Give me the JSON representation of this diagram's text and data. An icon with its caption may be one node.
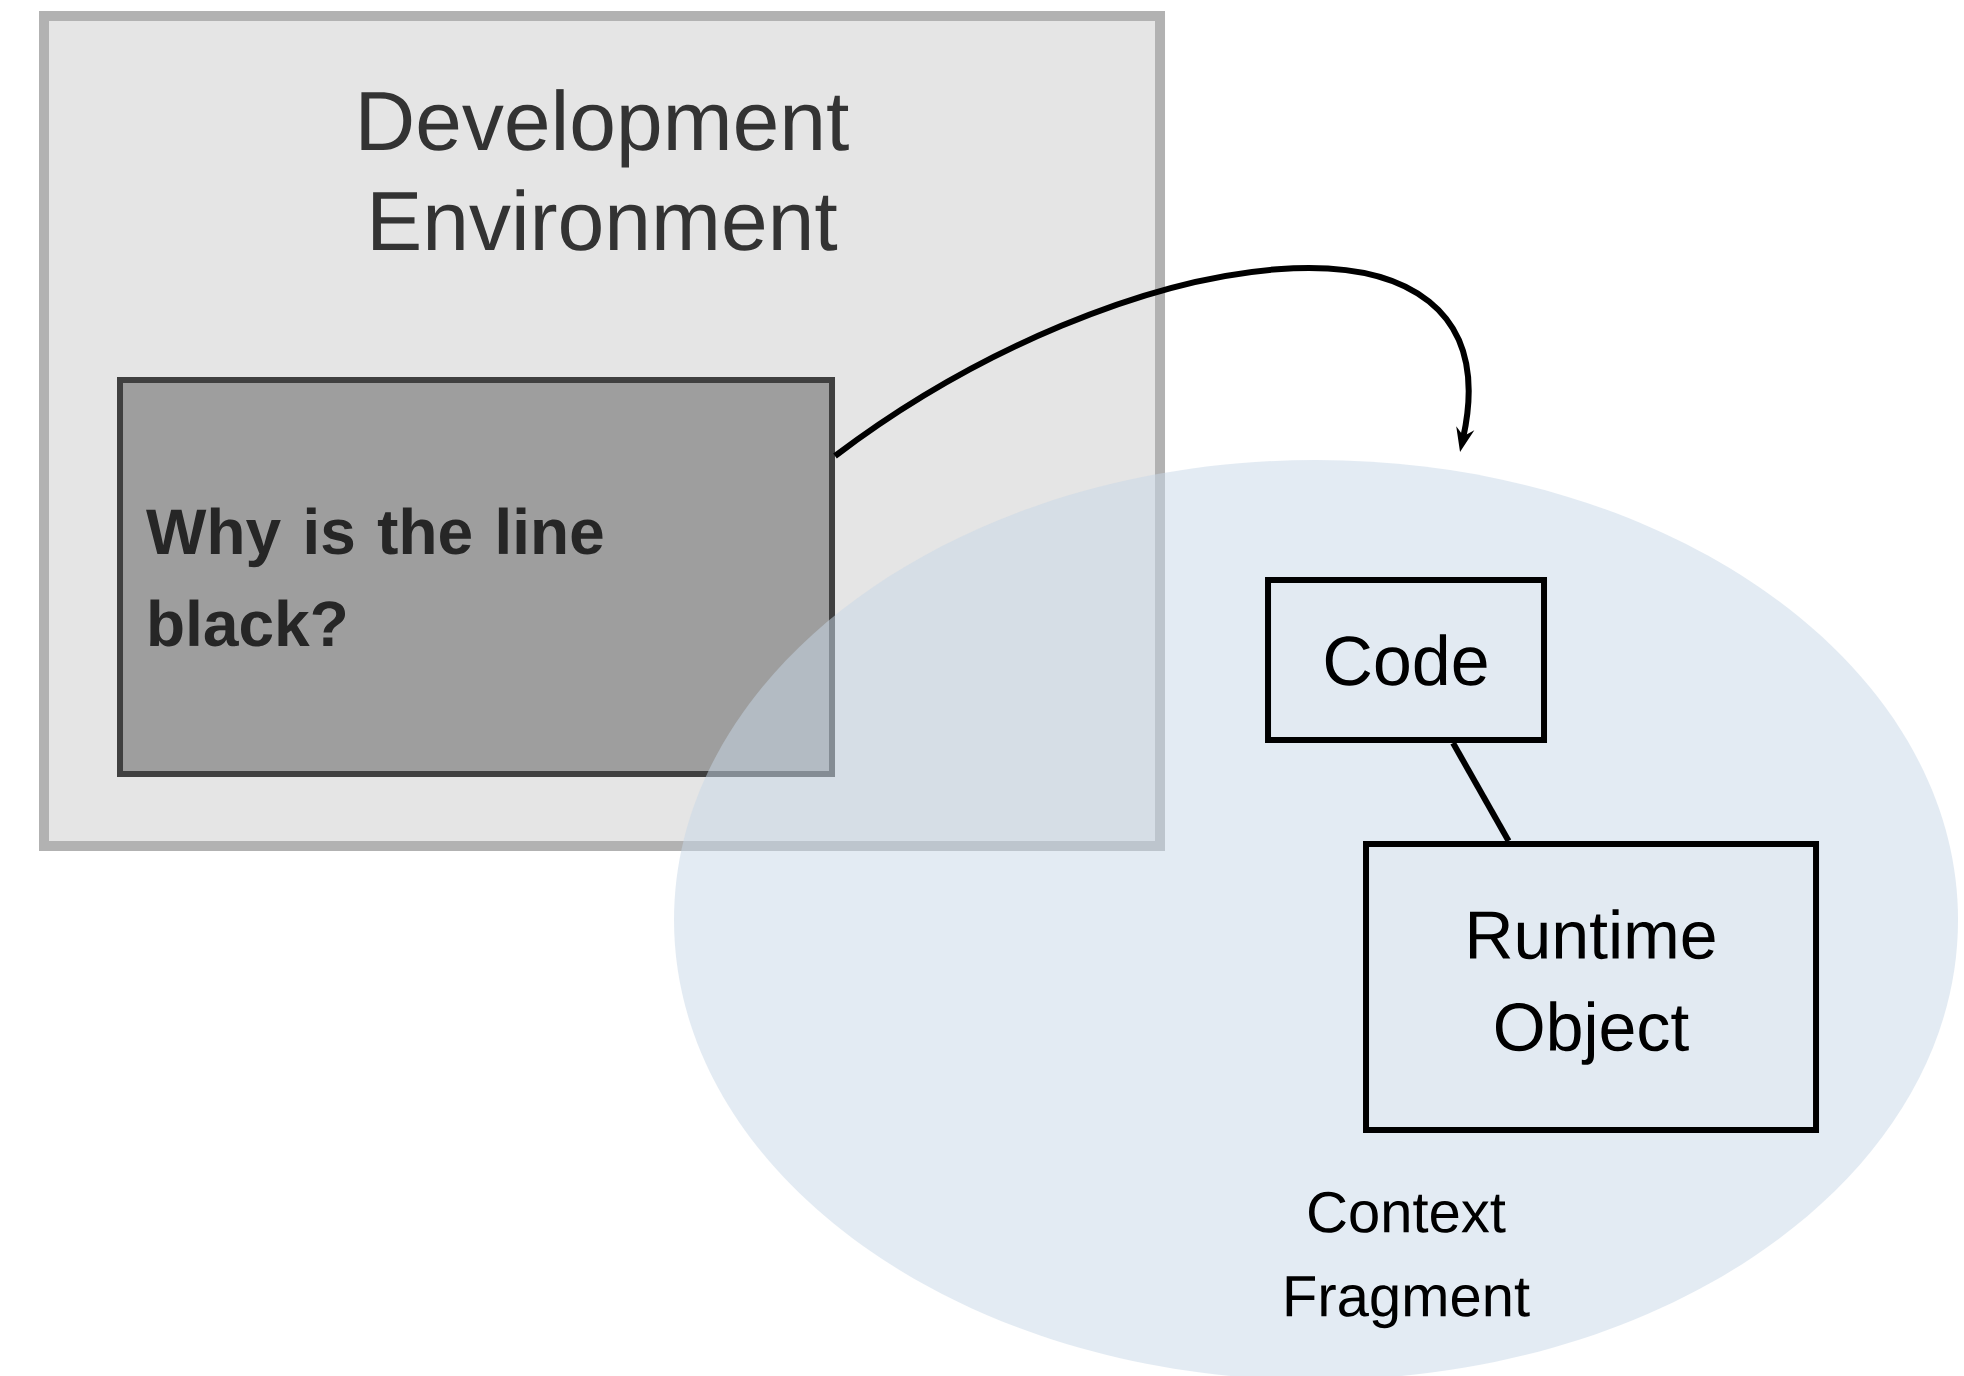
{
  "diagram": {
    "nodes": [
      {
        "text": [
          "Development Environment"
        ]
      },
      {
        "text": [
          "Why is the line black?"
        ],
        "in": 0
      },
      {
        "text": [
          "Context Fragment"
        ]
      },
      {
        "text": [
          "Code"
        ],
        "in": 2
      },
      {
        "text": [
          "Runtime Object"
        ],
        "in": 2
      }
    ],
    "edges": [
      {
        "from": 1,
        "to": 2,
        "arrow": "to"
      },
      {
        "from": 3,
        "to": 4,
        "arrow": "none"
      }
    ]
  }
}
